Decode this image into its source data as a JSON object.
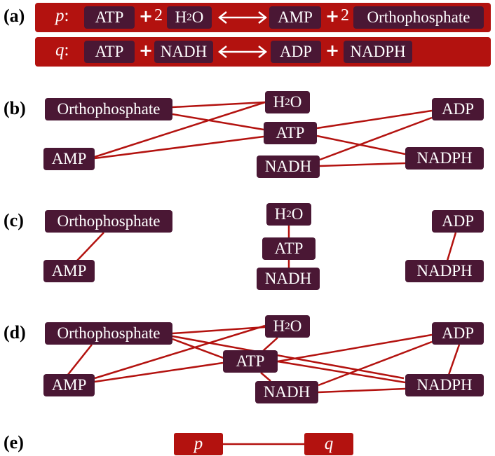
{
  "panels": [
    "(a)",
    "(b)",
    "(c)",
    "(d)",
    "(e)"
  ],
  "reactions": {
    "p": {
      "var": "p",
      "colon": ":",
      "terms": [
        "ATP",
        "H",
        "2",
        "O",
        "AMP",
        "Orthophosphate"
      ],
      "coefs": [
        "2",
        "2"
      ],
      "plus": "+"
    },
    "q": {
      "var": "q",
      "colon": ":",
      "terms": [
        "ATP",
        "NADH",
        "ADP",
        "NADPH"
      ],
      "plus": "+"
    }
  },
  "nodes": {
    "orthophosphate": "Orthophosphate",
    "amp": "AMP",
    "h": "H",
    "sub2": "2",
    "o": "O",
    "atp": "ATP",
    "nadh": "NADH",
    "adp": "ADP",
    "nadph": "NADPH"
  },
  "graph_e": {
    "p": "p",
    "q": "q"
  },
  "colors": {
    "node": "#4a1734",
    "edge": "#b3120f",
    "bar": "#b3120f"
  }
}
